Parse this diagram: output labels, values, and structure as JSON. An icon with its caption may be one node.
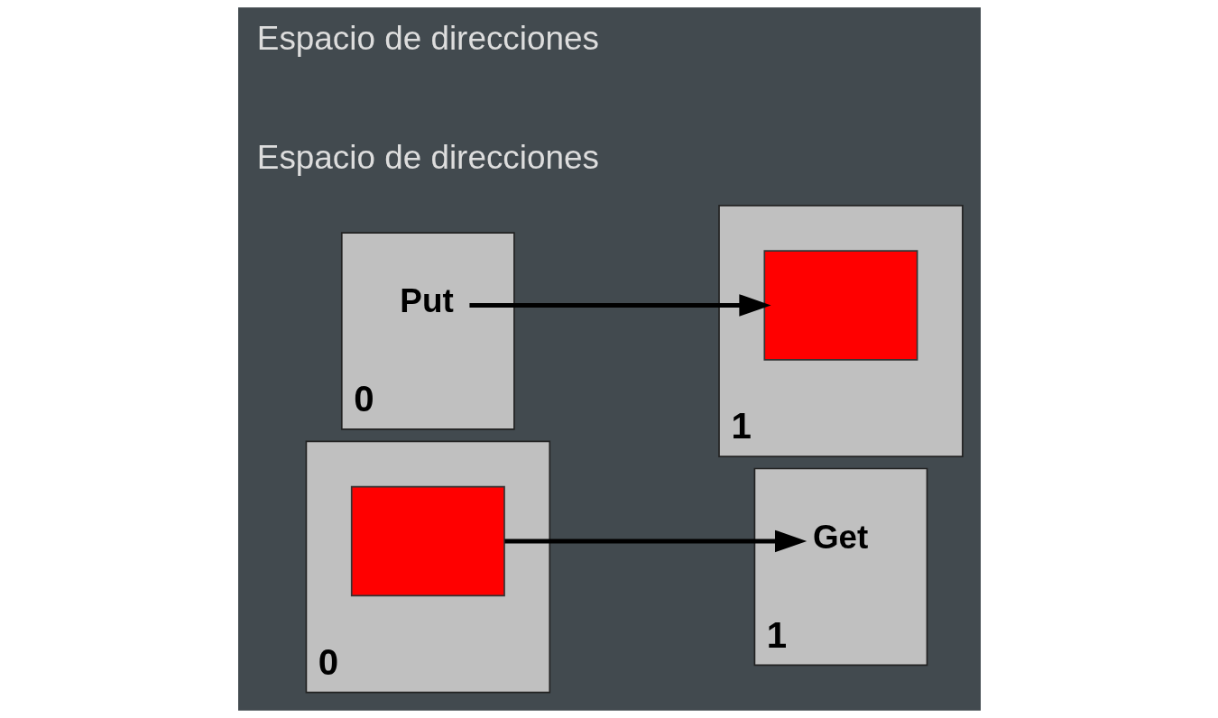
{
  "diagram": {
    "nodes": [
      {
        "text": [
          "0"
        ]
      },
      {
        "text": [],
        "shape": "box",
        "in": 0
      },
      {
        "text": [
          "1"
        ]
      },
      {
        "text": [
          "Get"
        ],
        "in": 2
      },
      {
        "text": [
          "0"
        ]
      },
      {
        "text": [
          "Put"
        ],
        "in": 4
      },
      {
        "text": [
          "1"
        ]
      },
      {
        "text": [],
        "shape": "box",
        "in": 6
      }
    ],
    "edges": [
      {
        "from": 1,
        "to": 3,
        "arrow": "to"
      },
      {
        "from": 5,
        "to": 7,
        "arrow": "to"
      }
    ],
    "labels": [
      "Espacio de direcciones",
      "Espacio de direcciones"
    ]
  }
}
